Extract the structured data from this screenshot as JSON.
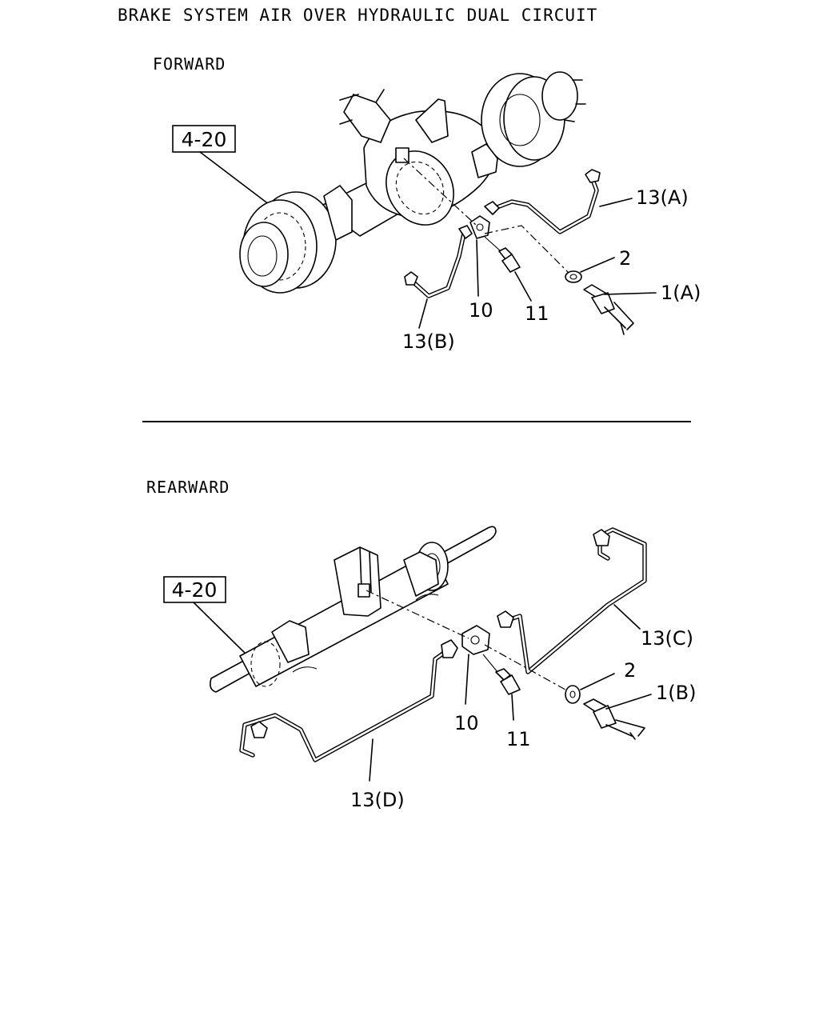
{
  "title": "BRAKE SYSTEM AIR OVER HYDRAULIC DUAL CIRCUIT",
  "forward": {
    "label": "FORWARD",
    "ref_box": "4-20",
    "callouts": {
      "c13a": "13(A)",
      "c2": "2",
      "c1a": "1(A)",
      "c10": "10",
      "c11": "11",
      "c13b": "13(B)"
    }
  },
  "rearward": {
    "label": "REARWARD",
    "ref_box": "4-20",
    "callouts": {
      "c13c": "13(C)",
      "c2": "2",
      "c1b": "1(B)",
      "c10": "10",
      "c11": "11",
      "c13d": "13(D)"
    }
  }
}
